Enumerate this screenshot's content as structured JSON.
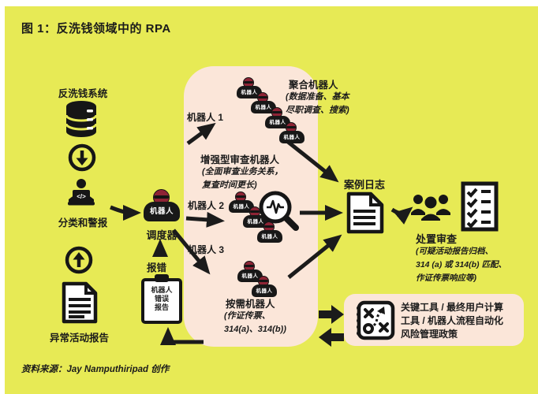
{
  "title": "图 1：反洗钱领域中的 RPA",
  "source_credit": "资料来源：Jay Namputhiripad 创作",
  "colors": {
    "background": "#e7ea55",
    "panel_pink": "#fbe6d9",
    "ink": "#1b1b1b",
    "robot_head_red": "#8e2435"
  },
  "icons": {
    "code_glyph": "</>"
  },
  "robot_unit_label": "机器人",
  "left_flow": {
    "aml_system": "反洗钱系统",
    "triage_alerts": "分类和警报",
    "suspicious_activity_report": "异常活动报告"
  },
  "scheduler": {
    "robot_label": "机器人",
    "role_label": "调度器",
    "error_arrow_label": "报错",
    "error_report": {
      "line1": "机器人",
      "line2": "错误",
      "line3": "报告"
    }
  },
  "bot_farm": {
    "robot1_label": "机器人 1",
    "robot2_label": "机器人 2",
    "robot3_label": "机器人 3",
    "aggregation_bots": {
      "title": "聚合机器人",
      "detail1": "(数据准备、基本",
      "detail2": "尽职调查、搜索)"
    },
    "enhanced_review_bot": {
      "title": "增强型审查机器人",
      "detail1": "(全面审查业务关系，",
      "detail2": "复查时间更长)"
    },
    "on_demand_bots": {
      "title": "按需机器人",
      "detail1": "(作证传票、",
      "detail2": "314(a)、314(b))"
    }
  },
  "case_log_label": "案例日志",
  "disposition_review": {
    "title": "处置审查",
    "detail1": "(可疑活动报告归档、",
    "detail2": "314 (a) 或 314(b) 匹配、",
    "detail3": "作证传票响应等)"
  },
  "tools_policy_box": {
    "line1": "关键工具 / 最终用户计算",
    "line2": "工具 / 机器人流程自动化",
    "line3": "风险管理政策"
  }
}
